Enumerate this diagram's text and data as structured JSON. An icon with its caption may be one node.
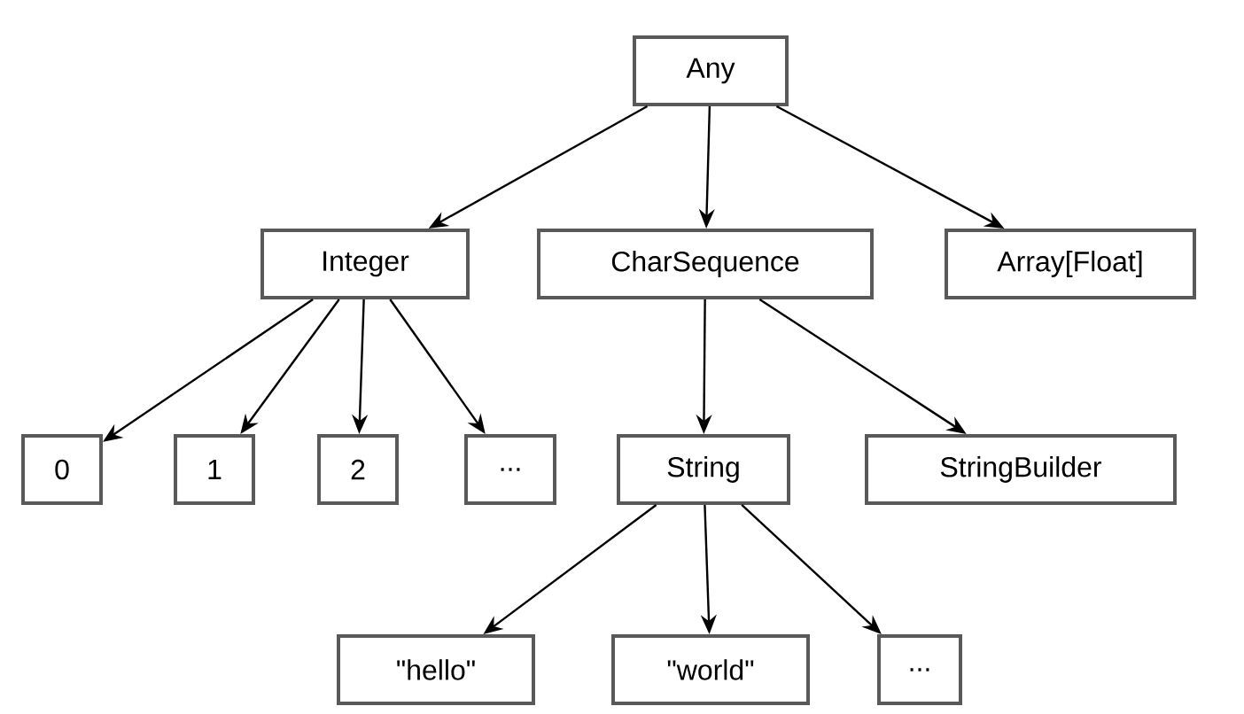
{
  "diagram": {
    "nodes": [
      {
        "text": [
          "Any"
        ]
      },
      {
        "text": [
          "Integer"
        ]
      },
      {
        "text": [
          "CharSequence"
        ]
      },
      {
        "text": [
          "Array[Float]"
        ]
      },
      {
        "text": [
          "0"
        ]
      },
      {
        "text": [
          "1"
        ]
      },
      {
        "text": [
          "2"
        ]
      },
      {
        "text": [
          "..."
        ]
      },
      {
        "text": [
          "String"
        ]
      },
      {
        "text": [
          "StringBuilder"
        ]
      },
      {
        "text": [
          "\"hello\""
        ]
      },
      {
        "text": [
          "\"world\""
        ]
      },
      {
        "text": [
          "..."
        ]
      }
    ],
    "edges": [
      {
        "from": 0,
        "to": 1,
        "arrow": "to"
      },
      {
        "from": 0,
        "to": 2,
        "arrow": "to"
      },
      {
        "from": 0,
        "to": 3,
        "arrow": "to"
      },
      {
        "from": 1,
        "to": 4,
        "arrow": "to"
      },
      {
        "from": 1,
        "to": 5,
        "arrow": "to"
      },
      {
        "from": 1,
        "to": 6,
        "arrow": "to"
      },
      {
        "from": 1,
        "to": 7,
        "arrow": "to"
      },
      {
        "from": 2,
        "to": 8,
        "arrow": "to"
      },
      {
        "from": 2,
        "to": 9,
        "arrow": "to"
      },
      {
        "from": 8,
        "to": 10,
        "arrow": "to"
      },
      {
        "from": 8,
        "to": 11,
        "arrow": "to"
      },
      {
        "from": 8,
        "to": 12,
        "arrow": "to"
      }
    ]
  }
}
